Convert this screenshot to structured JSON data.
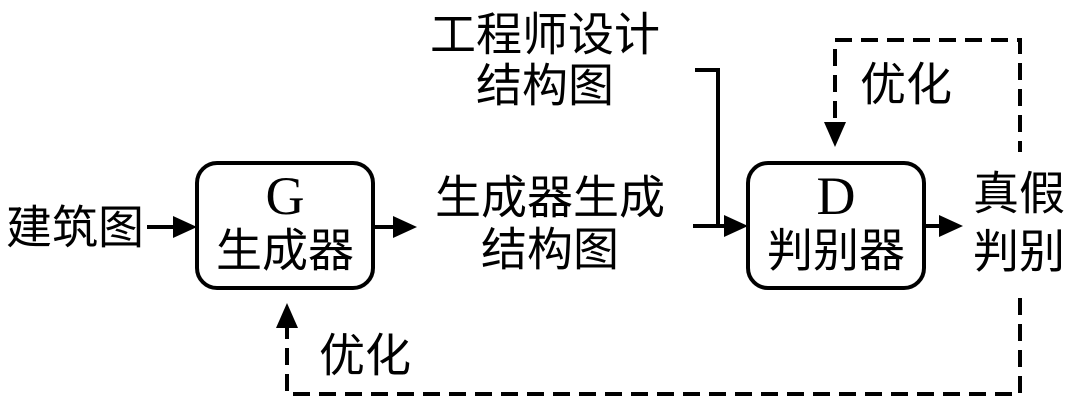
{
  "diagram": {
    "title_hint": "GAN training flow diagram",
    "input_label": "建筑图",
    "generator_box": {
      "letter": "G",
      "name": "生成器"
    },
    "generator_output_label": {
      "line1": "生成器生成",
      "line2": "结构图"
    },
    "engineer_design_label": {
      "line1": "工程师设计",
      "line2": "结构图"
    },
    "discriminator_box": {
      "letter": "D",
      "name": "判别器"
    },
    "output_label": {
      "line1": "真假",
      "line2": "判别"
    },
    "optimize_discriminator_label": "优化",
    "optimize_generator_label": "优化"
  },
  "colors": {
    "stroke": "#000000",
    "text": "#000000",
    "background": "#ffffff"
  }
}
